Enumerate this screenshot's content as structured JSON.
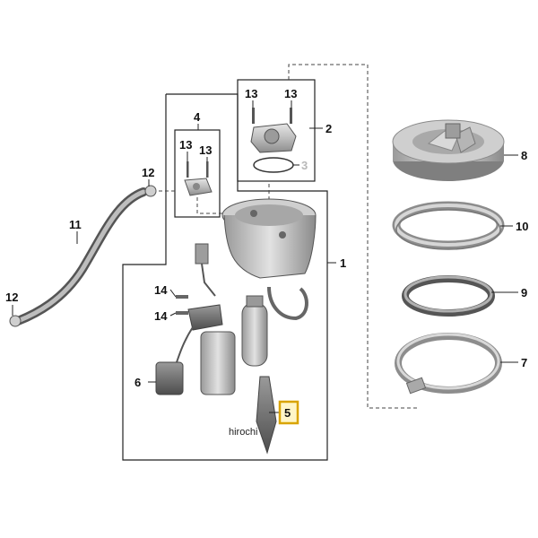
{
  "diagram": {
    "callouts": {
      "c1": "1",
      "c2": "2",
      "c3": "3",
      "c4": "4",
      "c5": "5",
      "c6": "6",
      "c7": "7",
      "c8": "8",
      "c9": "9",
      "c10": "10",
      "c11": "11",
      "c12a": "12",
      "c12b": "12",
      "c13a": "13",
      "c13b": "13",
      "c13c": "13",
      "c13d": "13",
      "c14a": "14",
      "c14b": "14"
    },
    "highlighted_callout": "5",
    "highlight_color": "#d9a400",
    "watermark": "hirochi"
  }
}
